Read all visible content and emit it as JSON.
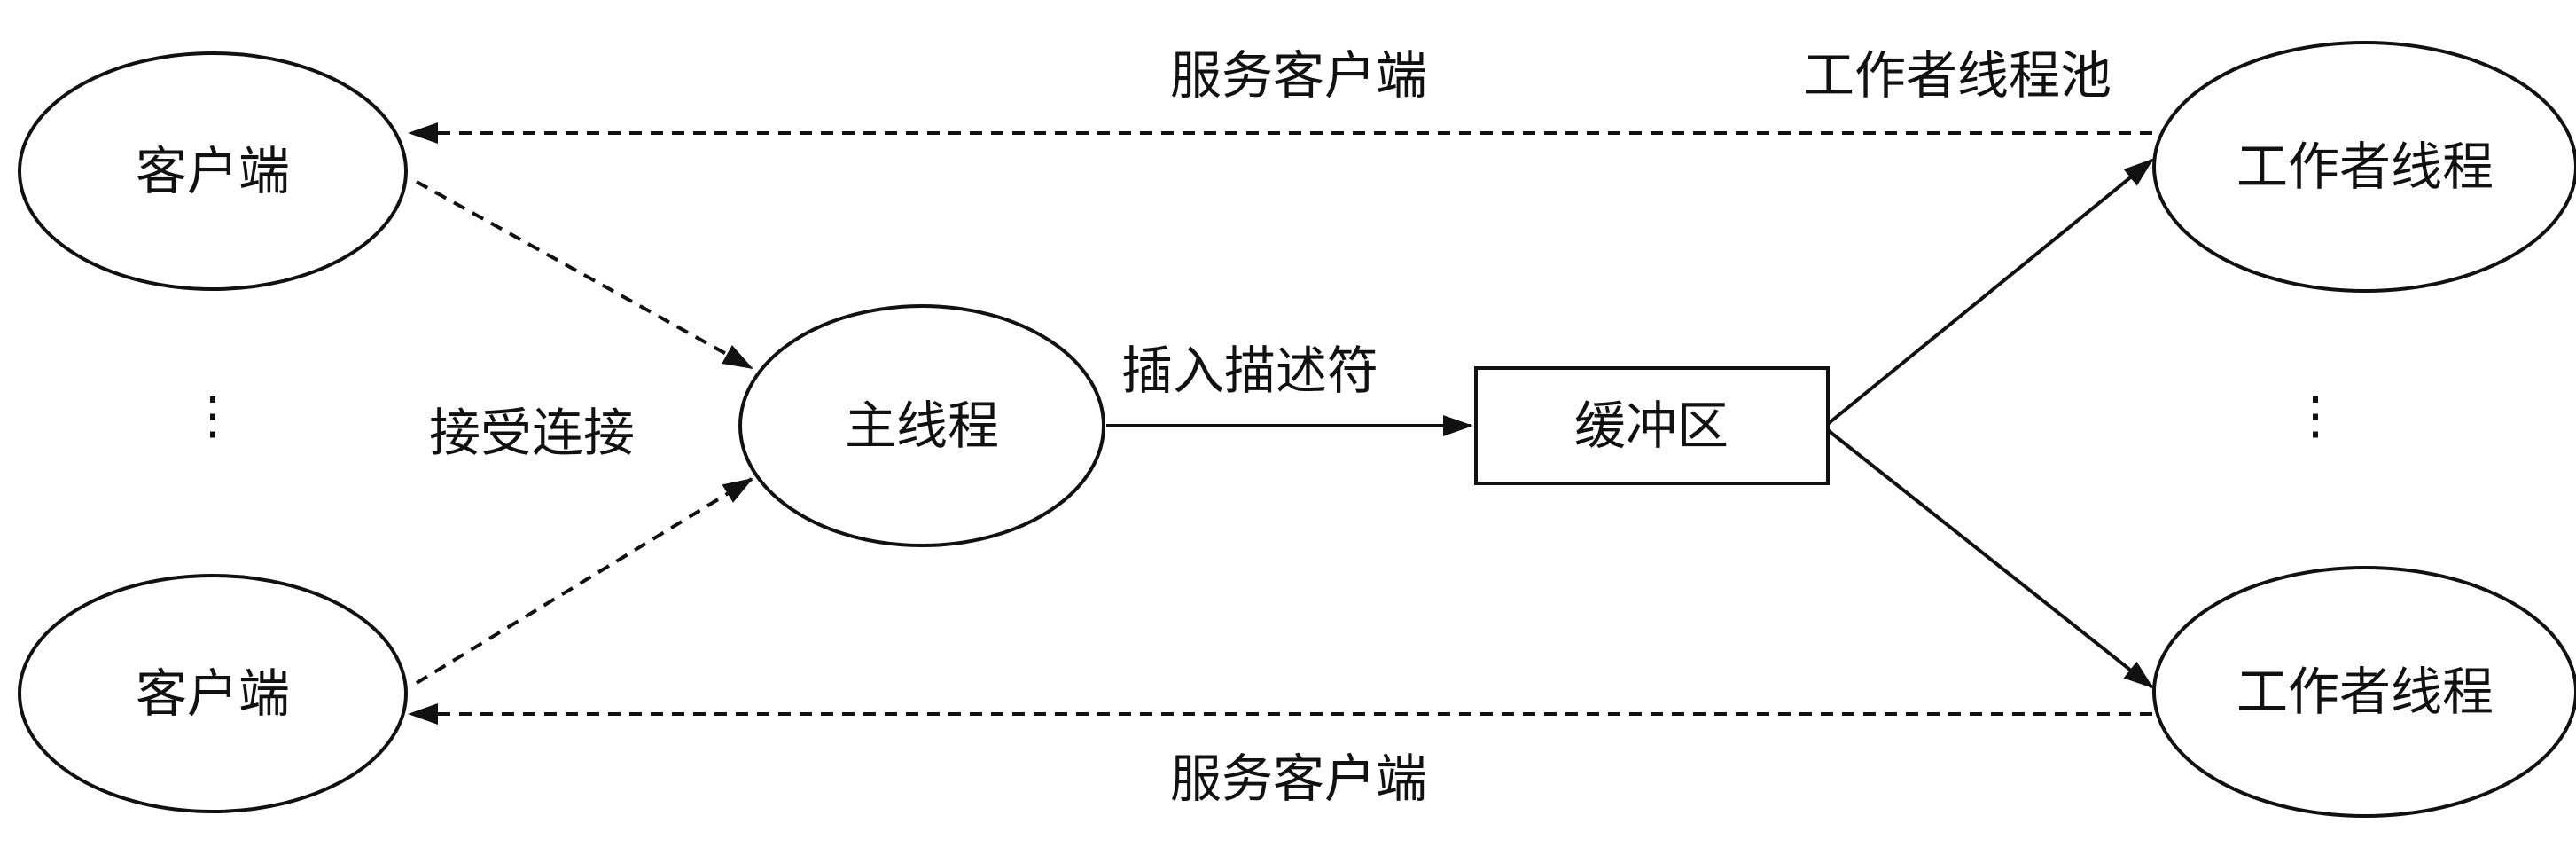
{
  "nodes": {
    "client_top": "客户端",
    "client_bottom": "客户端",
    "main_thread": "主线程",
    "buffer": "缓冲区",
    "worker_top": "工作者线程",
    "worker_bottom": "工作者线程"
  },
  "labels": {
    "serve_client_top": "服务客户端",
    "serve_client_bottom": "服务客户端",
    "worker_pool": "工作者线程池",
    "accept_connection": "接受连接",
    "insert_descriptor": "插入描述符"
  },
  "ellipsis": "⋮",
  "colors": {
    "stroke": "#111111",
    "background": "#ffffff"
  }
}
